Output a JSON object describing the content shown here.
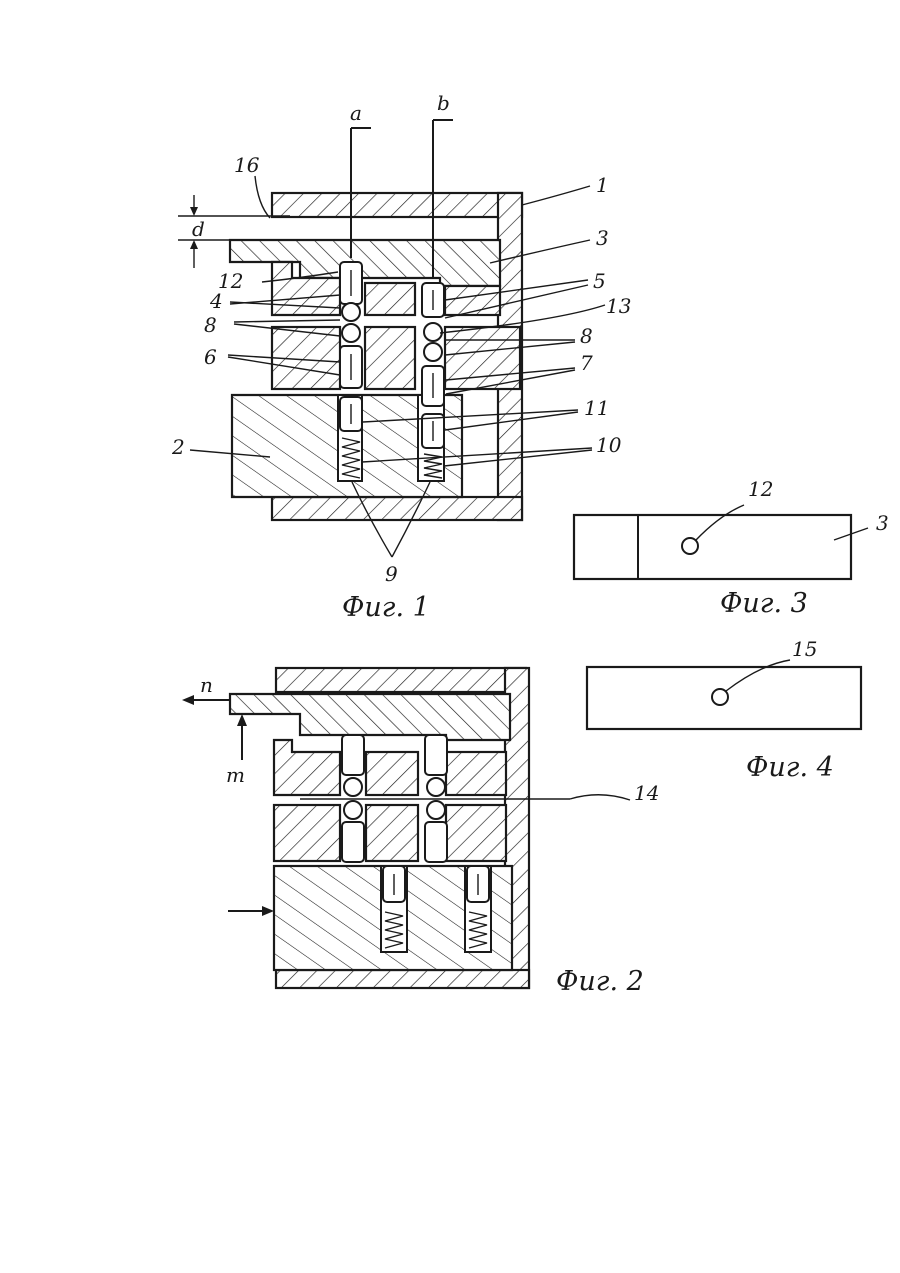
{
  "figures": {
    "fig1": {
      "caption": "Фиг. 1",
      "labels": {
        "a": "a",
        "b": "b",
        "l16": "16",
        "d": "d",
        "l1": "1",
        "l3": "3",
        "l12": "12",
        "l5": "5",
        "l4": "4",
        "l13": "13",
        "l8a": "8",
        "l8b": "8",
        "l6": "6",
        "l7": "7",
        "l11": "11",
        "l2": "2",
        "l10": "10",
        "l9": "9"
      }
    },
    "fig2": {
      "caption": "Фиг. 2",
      "labels": {
        "n": "n",
        "m": "m",
        "l14": "14"
      }
    },
    "fig3": {
      "caption": "Фиг. 3",
      "labels": {
        "l12": "12",
        "l3": "3"
      }
    },
    "fig4": {
      "caption": "Фиг. 4",
      "labels": {
        "l15": "15"
      }
    }
  }
}
